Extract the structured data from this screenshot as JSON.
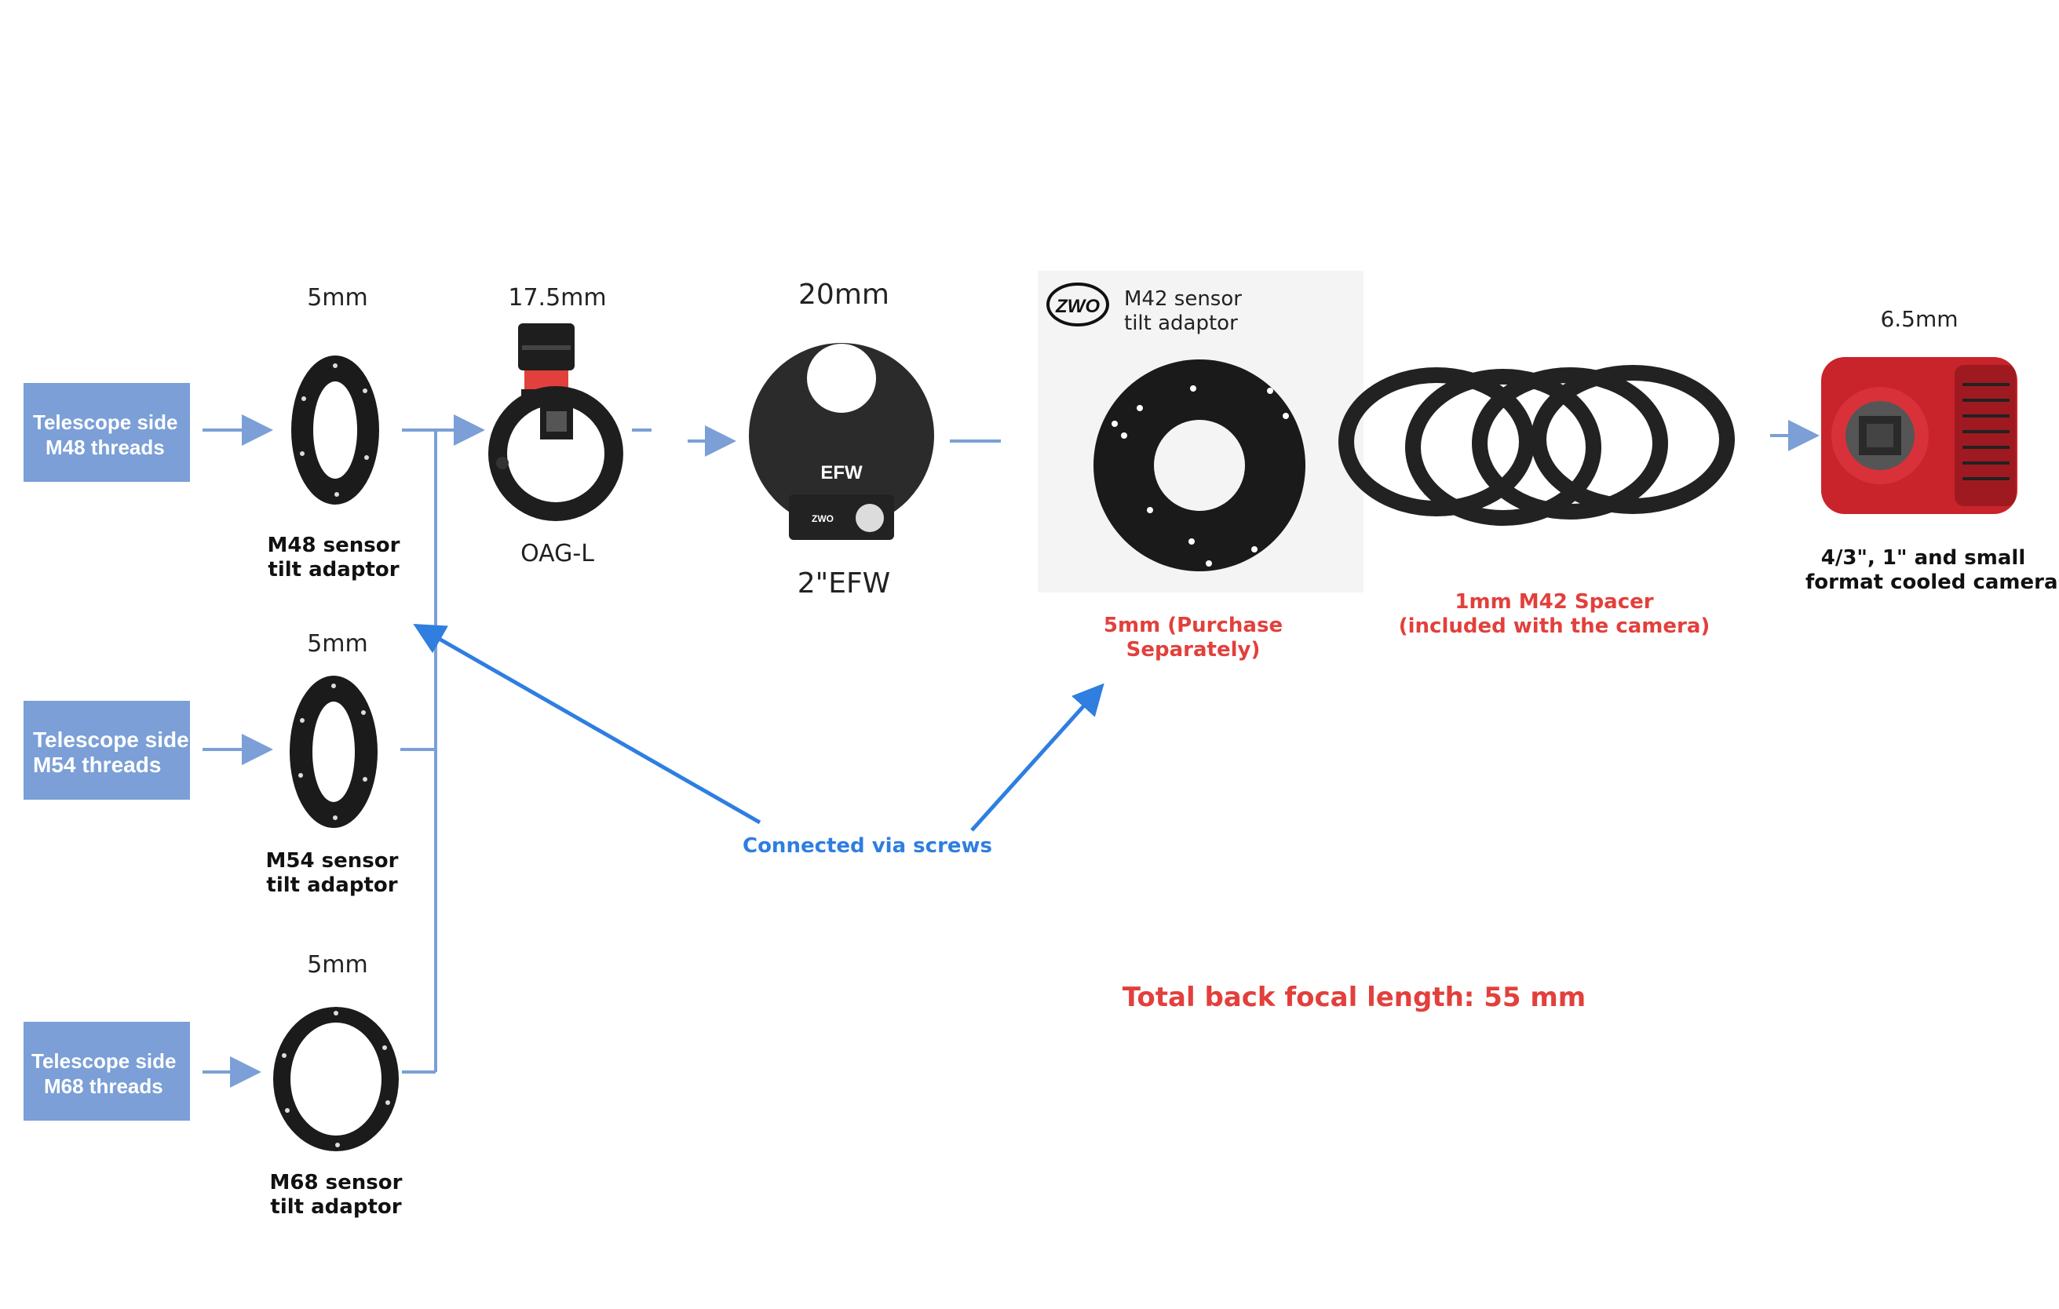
{
  "boxes": [
    {
      "line1": "Telescope side",
      "line2": "M48 threads"
    },
    {
      "line1": "Telescope side",
      "line2": "M54 threads"
    },
    {
      "line1": "Telescope side",
      "line2": "M68 threads"
    }
  ],
  "components": {
    "m48": {
      "dim": "5mm",
      "label1": "M48 sensor",
      "label2": "tilt adaptor"
    },
    "m54": {
      "dim": "5mm",
      "label1": "M54 sensor",
      "label2": "tilt adaptor"
    },
    "m68": {
      "dim": "5mm",
      "label1": "M68 sensor",
      "label2": "tilt adaptor"
    },
    "oag": {
      "dim": "17.5mm",
      "label": "OAG-L"
    },
    "efw": {
      "dim": "20mm",
      "label": "2\"EFW",
      "printed": "EFW"
    },
    "m42": {
      "label1": "M42 sensor",
      "label2": "tilt adaptor",
      "note": "5mm (Purchase Separately)",
      "logo": "ZWO"
    },
    "spacer": {
      "label1": "1mm M42 Spacer",
      "label2": "(included with the camera)"
    },
    "camera": {
      "dim": "6.5mm",
      "label1": "4/3\", 1\" and small",
      "label2": "format cooled cameras"
    }
  },
  "annotation": {
    "screws": "Connected via screws"
  },
  "total": "Total back focal length: 55 mm",
  "colors": {
    "box": "#7b9fd6",
    "connector": "#7b9fd6",
    "callout": "#2f7ee0",
    "accent_red": "#e2403c",
    "ring": "#1b1b1b",
    "camera": "#c9242b"
  }
}
